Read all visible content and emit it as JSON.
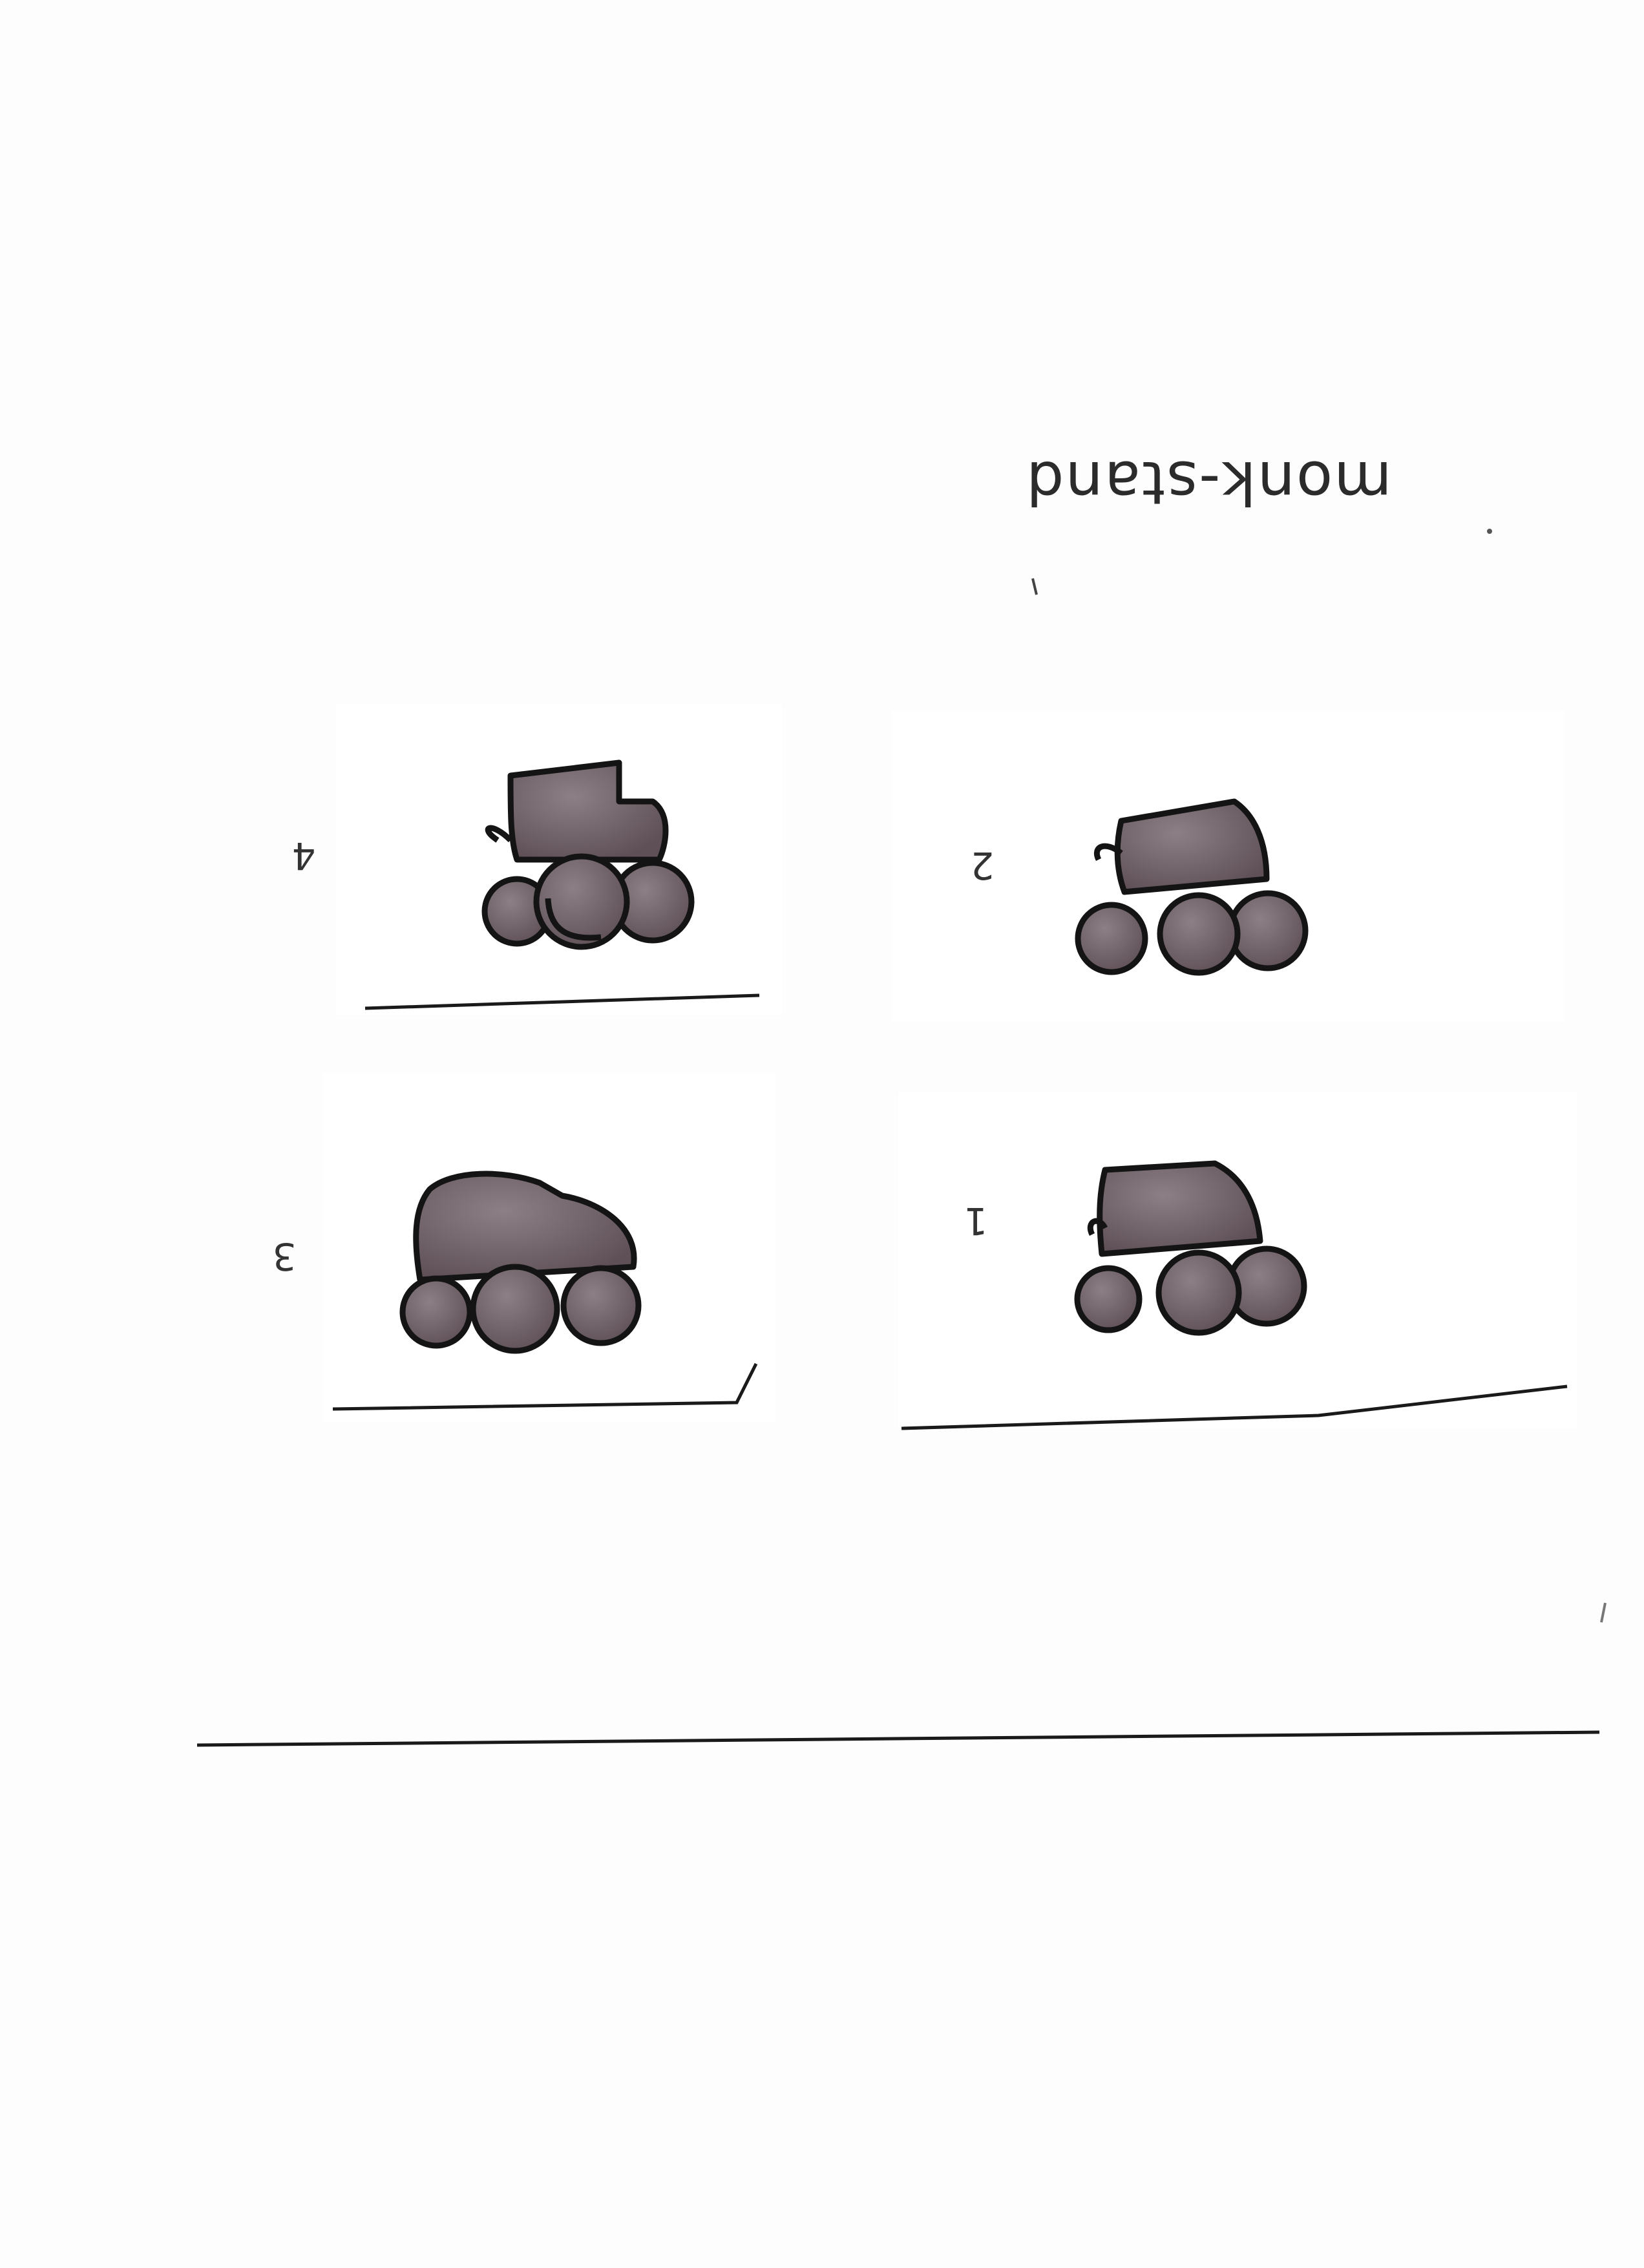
{
  "title": "monk-stand",
  "frames": [
    {
      "label": "4"
    },
    {
      "label": "2"
    },
    {
      "label": "3"
    },
    {
      "label": "1"
    }
  ],
  "colors": {
    "paper": "#ffffff",
    "ink": "#141414",
    "rock_fill": "#7f7378",
    "rock_shadow": "#5f5257"
  }
}
